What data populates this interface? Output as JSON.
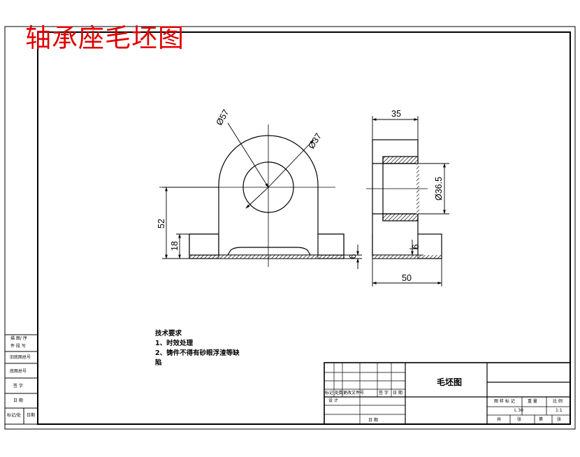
{
  "title": "轴承座毛坯图",
  "front_view": {
    "diameter_outer": "Ø57",
    "diameter_inner": "Ø37",
    "height_total": "52",
    "height_base": "18",
    "base_thickness": "6"
  },
  "side_view": {
    "width_top": "35",
    "bore_diameter": "Ø36.5",
    "base_thickness": "6",
    "width_total": "50"
  },
  "technical_requirements": {
    "heading": "技术要求",
    "line1": "1、时效处理",
    "line2": "2、铸件不得有砂眼浮渣等缺",
    "line3": "陷"
  },
  "left_stamp": {
    "r1": "描 图/ 序",
    "r2": "件 段 写",
    "r3": "旧底图总号",
    "r4": "底图总号",
    "r5": "签 字",
    "r6": "日 期",
    "r7a": "标记/处",
    "r7b": "日期"
  },
  "title_block": {
    "drawing_name": "毛坯图",
    "c_mark": "标记",
    "c_count": "处数",
    "c_docno": "更改文件号",
    "c_sign": "签 字",
    "c_date": "日 期",
    "c_design": "设 计",
    "c_approve": "日 期",
    "stage_mark": "图 样 标 记",
    "weight_label": "重 量",
    "scale_label": "比 例",
    "stage_value": "L 30",
    "scale_value": "1:1",
    "sheet_total": "共",
    "sheet_label": "张",
    "sheet_no": "第",
    "sheet_unit": "张"
  }
}
